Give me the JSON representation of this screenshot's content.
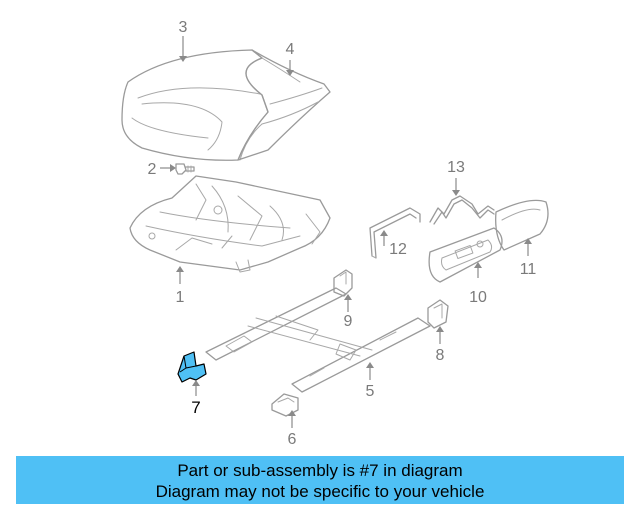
{
  "callouts": {
    "c1": "1",
    "c2": "2",
    "c3": "3",
    "c4": "4",
    "c5": "5",
    "c6": "6",
    "c7": "7",
    "c8": "8",
    "c9": "9",
    "c10": "10",
    "c11": "11",
    "c12": "12",
    "c13": "13"
  },
  "highlighted_part": "7",
  "highlight_color": "#4fc0f5",
  "banner": {
    "line1": "Part or sub-assembly is #7 in diagram",
    "line2": "Diagram may not be specific to your vehicle"
  }
}
